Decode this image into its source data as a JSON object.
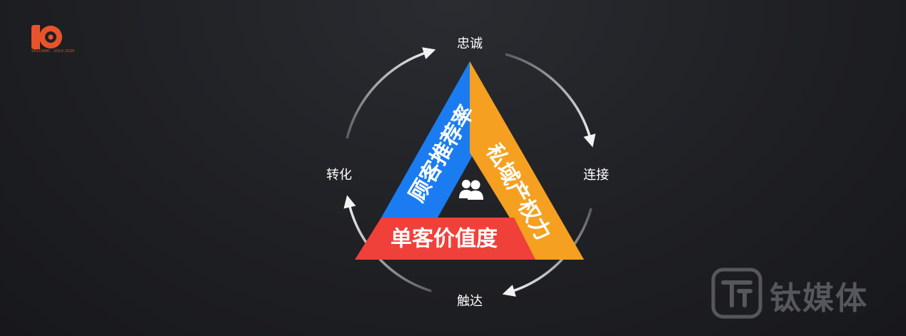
{
  "logo": {
    "caption": "VOLCANO · 2010-2020",
    "accent": "#e8532b"
  },
  "cycle": {
    "top": "忠诚",
    "right": "连接",
    "bottom": "触达",
    "left": "转化",
    "arrow_color": "#d9d9d9"
  },
  "triangle": {
    "left_band": {
      "label": "顾客推荐率",
      "color": "#1a7cf0"
    },
    "right_band": {
      "label": "私域产权力",
      "color": "#f5a020"
    },
    "bottom_band": {
      "label": "单客价值度",
      "color": "#f0403a"
    },
    "center_icon": "users-icon"
  },
  "watermark": {
    "text": "钛媒体",
    "icon": "tmt-logo-icon"
  }
}
